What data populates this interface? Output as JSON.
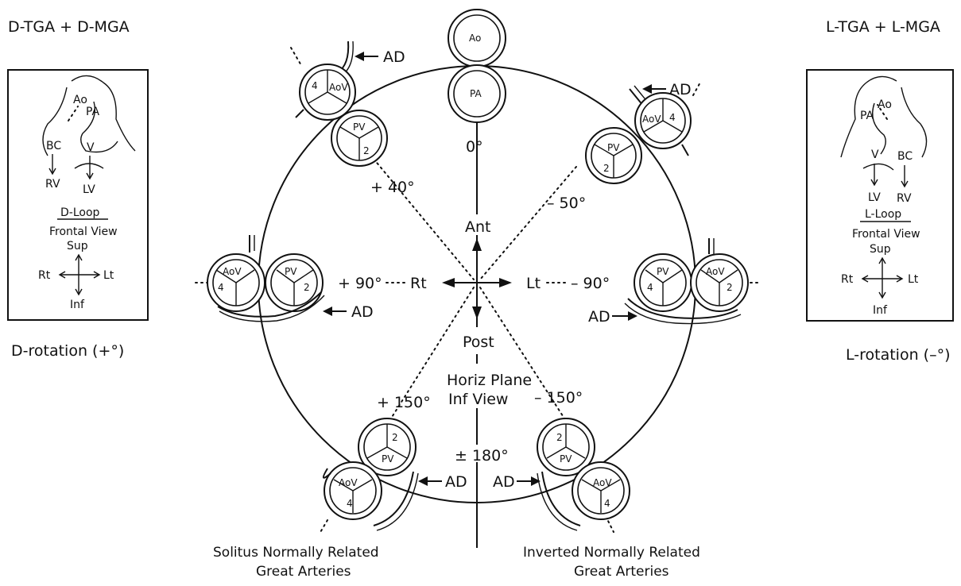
{
  "corner_labels": {
    "top_left": "D-TGA + D-MGA",
    "top_right": "L-TGA + L-MGA",
    "bottom_left": "D-rotation (+°)",
    "bottom_right": "L-rotation (–°)"
  },
  "left_panel": {
    "ao": "Ao",
    "pa": "PA",
    "bc": "BC",
    "v": "V",
    "rv": "RV",
    "lv": "LV",
    "loop": "D-Loop",
    "view": "Frontal View",
    "sup": "Sup",
    "rt": "Rt",
    "lt": "Lt",
    "inf": "Inf"
  },
  "right_panel": {
    "ao": "Ao",
    "pa": "PA",
    "bc": "BC",
    "v": "V",
    "rv": "RV",
    "lv": "LV",
    "loop": "L-Loop",
    "view": "Frontal View",
    "sup": "Sup",
    "rt": "Rt",
    "lt": "Lt",
    "inf": "Inf"
  },
  "center": {
    "ant": "Ant",
    "post": "Post",
    "rt": "Rt",
    "lt": "Lt",
    "plane_line1": "Horiz Plane",
    "plane_line2": "Inf View"
  },
  "angles": {
    "zero": "0°",
    "plus40": "+ 40°",
    "minus50": "– 50°",
    "plus90": "+ 90°",
    "minus90": "– 90°",
    "plus150": "+ 150°",
    "minus150": "– 150°",
    "pm180": "± 180°"
  },
  "valves": {
    "ao": "Ao",
    "pa": "PA",
    "aov": "AoV",
    "pv": "PV",
    "four": "4",
    "two": "2"
  },
  "ad_label": "AD",
  "bottom_captions": {
    "left_line1": "Solitus Normally Related",
    "left_line2": "Great Arteries",
    "right_line1": "Inverted Normally Related",
    "right_line2": "Great Arteries"
  }
}
